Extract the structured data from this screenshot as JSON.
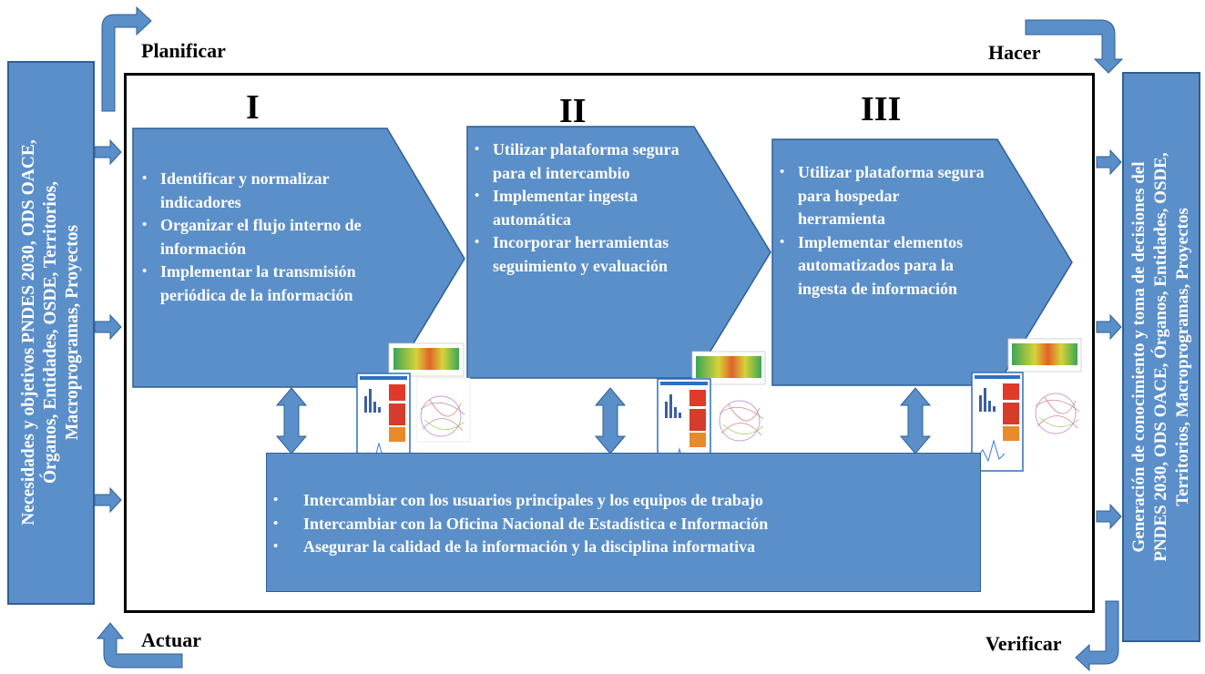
{
  "left_box_lines": [
    "Necesidades y objetivos  PNDES 2030, ODS OACE,",
    "Órganos, Entidades, OSDE, Territorios,",
    "Macroprogramas, Proyectos"
  ],
  "right_box_lines": [
    "Generación  de  conocimiento  y  toma de decisiones del",
    "PNDES 2030, ODS OACE, Órganos, Entidades, OSDE,",
    "Territorios,  Macroprogramas, Proyectos"
  ],
  "pdca": {
    "plan": "Planificar",
    "do": "Hacer",
    "check": "Verificar",
    "act": "Actuar"
  },
  "stages": [
    {
      "numeral": "I",
      "items": [
        "Identificar y  normalizar indicadores",
        "Organizar el flujo interno de información",
        "Implementar la transmisión periódica de la información"
      ]
    },
    {
      "numeral": "II",
      "items": [
        "Utilizar plataforma segura para el intercambio",
        "Implementar ingesta automática",
        "Incorporar herramientas seguimiento y evaluación"
      ]
    },
    {
      "numeral": "III",
      "items": [
        "Utilizar plataforma segura para hospedar herramienta",
        "Implementar elementos automatizados para la ingesta de información"
      ]
    }
  ],
  "bottom_items": [
    "Intercambiar con los usuarios principales y los equipos de trabajo",
    "Intercambiar con la Oficina Nacional de Estadística e Información",
    "Asegurar la calidad de la información y la disciplina informativa"
  ],
  "colors": {
    "box_fill": "#5b8fc9",
    "box_border": "#2f5f95",
    "text_on_box": "#ffffff",
    "frame": "#000000"
  }
}
